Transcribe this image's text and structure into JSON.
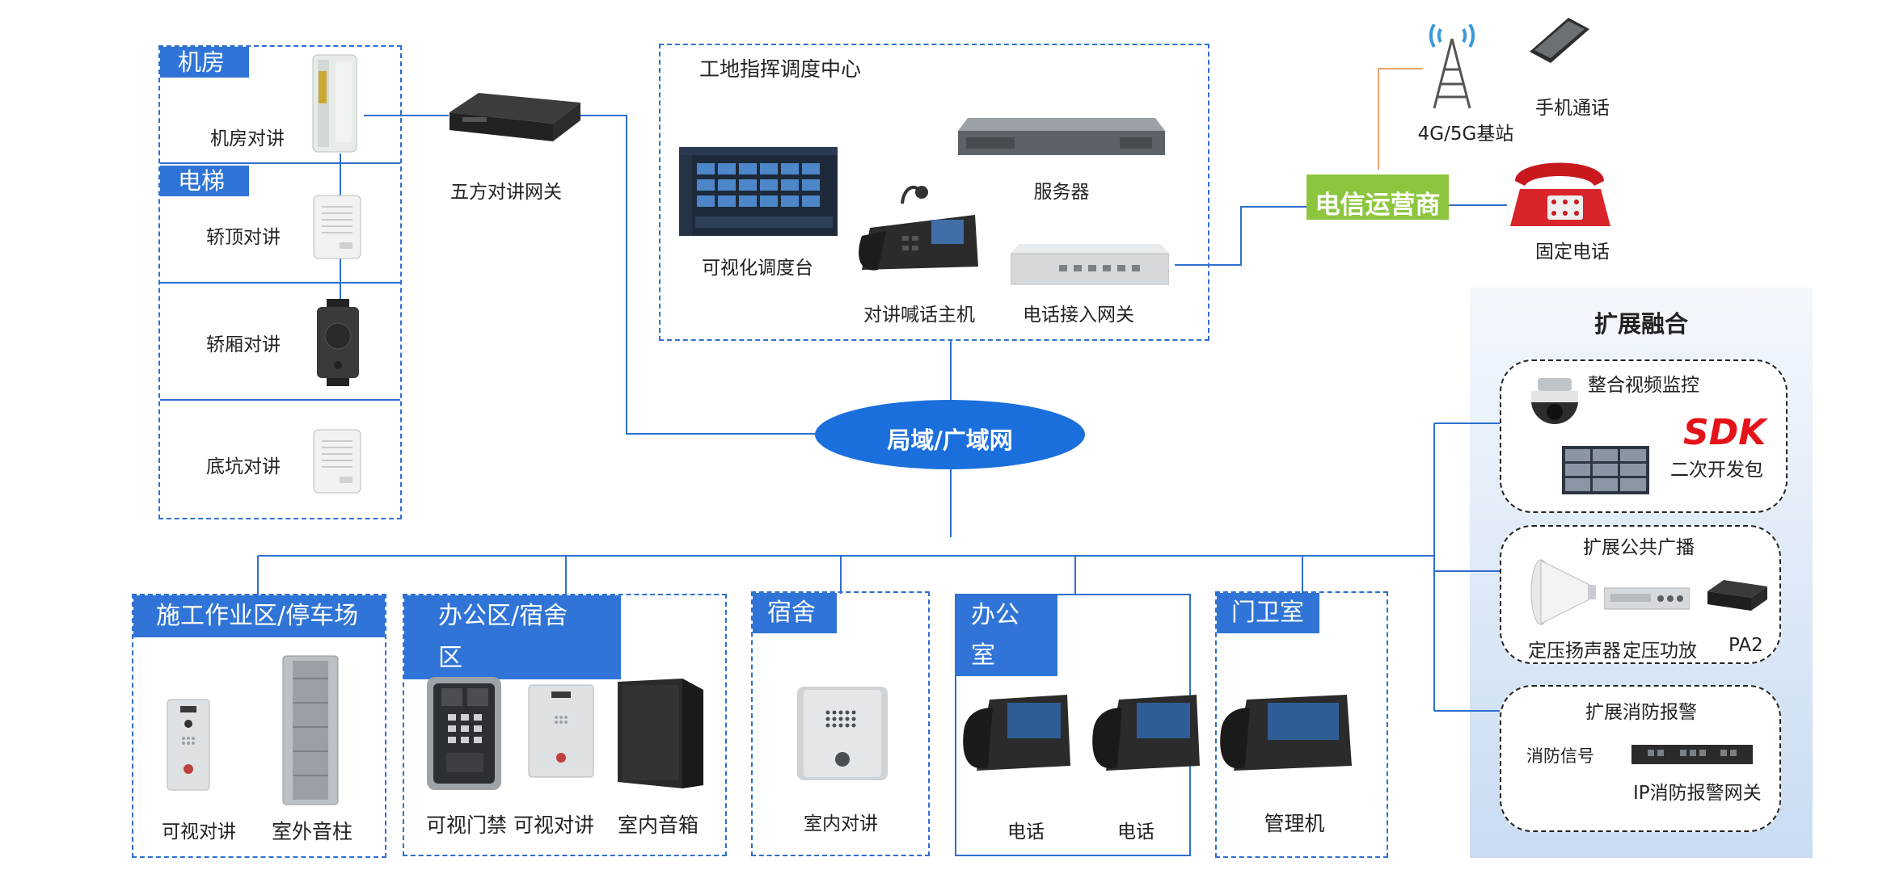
{
  "left_panel": {
    "machine_room_tag": "机房",
    "machine_room_label": "机房对讲",
    "elevator_tag": "电梯",
    "car_top_label": "轿顶对讲",
    "car_label": "轿厢对讲",
    "pit_label": "底坑对讲"
  },
  "gateway_label": "五方对讲网关",
  "command_center": {
    "title": "工地指挥调度中心",
    "dispatch_label": "可视化调度台",
    "server_label": "服务器",
    "host_label": "对讲喊话主机",
    "phone_gateway_label": "电话接入网关"
  },
  "network_label": "局域/广域网",
  "carrier": {
    "label": "电信运营商",
    "station_label": "4G/5G基站",
    "mobile_label": "手机通话",
    "fixed_label": "固定电话"
  },
  "expansion": {
    "title": "扩展融合",
    "video": {
      "title": "整合视频监控",
      "sdk": "SDK",
      "sdk_label": "二次开发包"
    },
    "broadcast": {
      "title": "扩展公共广播",
      "speaker_label": "定压扬声器",
      "amp_label": "定压功放",
      "pa_label": "PA2"
    },
    "fire": {
      "title": "扩展消防报警",
      "signal_label": "消防信号",
      "gateway_label": "IP消防报警网关"
    }
  },
  "zones": {
    "construction": {
      "tag": "施工作业区/停车场",
      "items": [
        "可视对讲",
        "室外音柱"
      ]
    },
    "office_dorm": {
      "tag": "办公区/宿舍区",
      "items": [
        "可视门禁",
        "可视对讲",
        "室内音箱"
      ]
    },
    "dorm": {
      "tag": "宿舍",
      "items": [
        "室内对讲"
      ]
    },
    "office": {
      "tag": "办公室",
      "items": [
        "电话",
        "电话"
      ]
    },
    "guard": {
      "tag": "门卫室",
      "items": [
        "管理机"
      ]
    }
  },
  "colors": {
    "accent": "#2f74d6",
    "carrier_green": "#8cc63f",
    "line_orange": "#e9a56d",
    "expansion_bg": "#dde9f7"
  }
}
